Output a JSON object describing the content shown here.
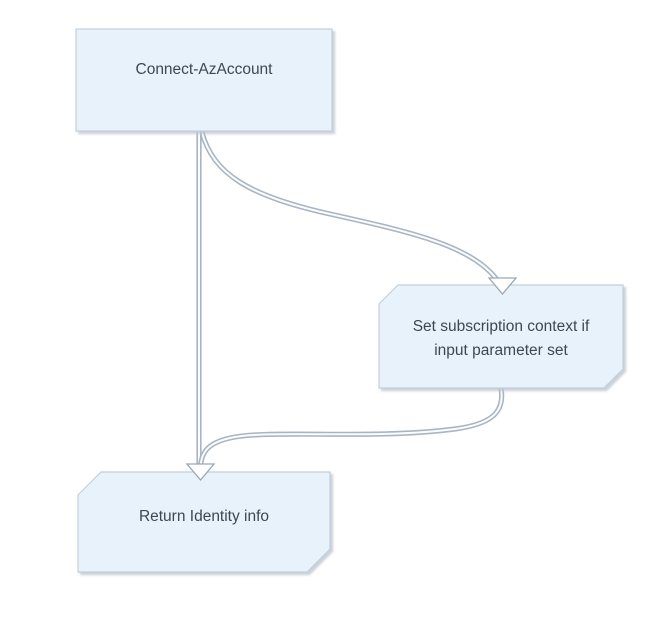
{
  "diagram": {
    "type": "flowchart",
    "background_color": "#ffffff",
    "node_fill_color": "#e8f2fa",
    "node_border_color": "#c3cfdb",
    "text_color": "#3f4654",
    "connector_color": "#aab5c3",
    "arrowhead_fill": "#ffffff",
    "nodes": [
      {
        "id": "connect-azaccount",
        "label": "Connect-AzAccount",
        "shape": "rectangle",
        "lines": [
          "Connect-AzAccount"
        ]
      },
      {
        "id": "set-subscription-context",
        "label": "Set subscription context if input parameter set",
        "shape": "chamfered-rectangle",
        "lines": [
          "Set subscription context if",
          "input parameter set"
        ]
      },
      {
        "id": "return-identity-info",
        "label": "Return Identity info",
        "shape": "chamfered-rectangle",
        "lines": [
          "Return Identity info"
        ]
      }
    ],
    "edges": [
      {
        "id": "edge-connect-to-setsub",
        "from": "connect-azaccount",
        "to": "set-subscription-context",
        "style": "curved",
        "arrowhead": "open-triangle"
      },
      {
        "id": "edge-connect-to-return",
        "from": "connect-azaccount",
        "to": "return-identity-info",
        "style": "straight",
        "arrowhead": "open-triangle"
      },
      {
        "id": "edge-setsub-to-return",
        "from": "set-subscription-context",
        "to": "return-identity-info",
        "style": "curved",
        "arrowhead": "open-triangle"
      }
    ]
  }
}
